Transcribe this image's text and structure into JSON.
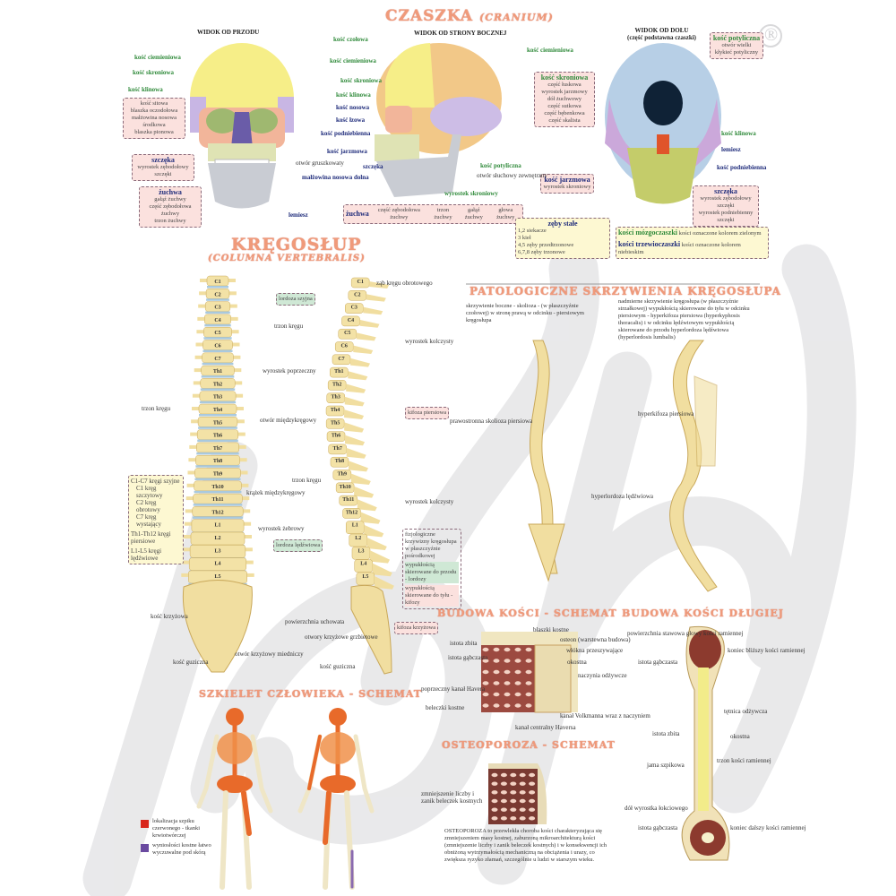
{
  "colors": {
    "title": "#f09a7a",
    "marrow": "#d8261c",
    "prominence": "#6a4aa0",
    "bone": "#f3e2a6",
    "disc": "#a9c9de"
  },
  "registered_mark": "®",
  "cranium": {
    "title": "CZASZKA",
    "title_latin": "(CRANIUM)",
    "front": {
      "heading": "WIDOK OD PRZODU",
      "labels": [
        "kość ciemieniowa",
        "kość skroniowa",
        "kość klinowa",
        "kość czołowa",
        "kość ciemieniowa",
        "kość skroniowa",
        "kość klinowa",
        "kość nosowa",
        "kość łzowa",
        "kość podniebienna",
        "kość jarzmowa",
        "otwór gruszkowaty",
        "małżowina nosowa dolna",
        "lemiesz"
      ],
      "ethmoid_box": [
        "kość sitowa",
        "blaszka oczodołowa",
        "małżowina nosowa środkowa",
        "blaszka pionowa"
      ],
      "maxilla_box": [
        "szczęka",
        "wyrostek zębodołowy szczęki"
      ],
      "mandible_box": [
        "żuchwa",
        "gałąź żuchwy",
        "część zębodołowa żuchwy",
        "trzon żuchwy"
      ]
    },
    "side": {
      "heading": "WIDOK OD STRONY BOCZNEJ",
      "labels": [
        "kość ciemieniowa",
        "kość potyliczna",
        "otwór słuchowy zewnętrzny",
        "szczęka",
        "wyrostek skroniowy"
      ],
      "temporal_box": [
        "kość skroniowa",
        "część łuskowa",
        "wyrostek jarzmowy",
        "dół żuchwowy",
        "część sutkowa",
        "część bębenkowa",
        "część skalista"
      ],
      "mandible_box": [
        "żuchwa",
        "część zębodołowa żuchwy",
        "trzon żuchwy",
        "gałąź żuchwy",
        "głowa żuchwy"
      ]
    },
    "bottom": {
      "heading": "WIDOK OD DOŁU",
      "subheading": "(część podstawna czaszki)",
      "labels": [
        "kość klinowa",
        "lemiesz",
        "kość podniebienna"
      ],
      "occipital_box": [
        "kość potyliczna",
        "otwór wielki",
        "kłykieć potyliczny"
      ],
      "zygomatic_box": [
        "kość jarzmowa",
        "wyrostek skroniowy"
      ],
      "maxilla_box": [
        "szczęka",
        "wyrostek zębodołowy szczęki",
        "wyrostek podniebienny szczęki"
      ]
    },
    "teeth": {
      "title": "zęby stałe",
      "items": [
        "1,2  siekacze",
        "3  kieł",
        "4,5  zęby przedtrzonowe",
        "6,7,8  zęby trzonowe"
      ]
    },
    "legend": {
      "neuro": "kości mózgoczaszki",
      "neuro_desc": "kości oznaczone kolorem zielonym",
      "viscero": "kości trzewioczaszki",
      "viscero_desc": "kości oznaczone kolorem niebieskim"
    }
  },
  "spine": {
    "title": "KRĘGOSŁUP",
    "title_latin": "(COLUMNA VERTEBRALIS)",
    "vertebrae": [
      "C1",
      "C2",
      "C3",
      "C4",
      "C5",
      "C6",
      "C7",
      "Th1",
      "Th2",
      "Th3",
      "Th4",
      "Th5",
      "Th6",
      "Th7",
      "Th8",
      "Th9",
      "Th10",
      "Th11",
      "Th12",
      "L1",
      "L2",
      "L3",
      "L4",
      "L5"
    ],
    "labels": [
      "trzon kręgu",
      "wyrostek poprzeczny",
      "krążek międzykręgowy",
      "wyrostek żebrowy",
      "kość krzyżowa",
      "kość guziczna",
      "otwór krzyżowy miedniczy",
      "ząb kręgu obrotowego",
      "trzon kręgu",
      "wyrostek kolczysty",
      "otwór międzykręgowy",
      "trzon kręgu",
      "wyrostek kolczysty",
      "powierzchnia uchowata",
      "otwory krzyżowe grzbietowe",
      "kość guziczna"
    ],
    "curves": {
      "cervical": "lordoza szyjna",
      "thoracic": "kifoza piersiowa",
      "lumbar": "lordoza lędźwiowa",
      "sacral": "kifoza krzyżowa"
    },
    "groups": [
      "C1-C7 kręgi szyjne",
      "C1 kręg szczytowy",
      "C2 kręg obrotowy",
      "C7 kręg wystający",
      "Th1-Th12 kręgi piersiowe",
      "L1-L5 kręgi lędźwiowe"
    ],
    "physio_box": [
      "fizjologiczne krzywizny kręgosłupa w płaszczyźnie pośrodkowej",
      "wypukłością skierowane do przodu - lordozy",
      "wypukłością skierowane do tyłu - kifozy"
    ]
  },
  "pathology": {
    "title": "PATOLOGICZNE SKRZYWIENIA KRĘGOSŁUPA",
    "left_text": "skrzywienie boczne - skolioza - (w płaszczyźnie czołowej) w stronę prawą w odcinku - piersiowym kręgosłupa",
    "right_text": "nadmierne skrzywienie kręgosłupa (w płaszczyźnie strzałkowej) wypukłością skierowane do tyłu w odcinku piersiowym - hyperkifoza piersiowa (hyperkyphosis thoracalis) i w odcinku lędźwiowym wypukłością skierowane do przodu hyperlordoza lędźwiowa (hyperlordosis lumbalis)",
    "labels": [
      "prawostronna skolioza piersiowa",
      "hyperkifoza piersiowa",
      "hyperlordoza lędźwiowa"
    ]
  },
  "skeleton": {
    "title": "SZKIELET CZŁOWIEKA - SCHEMAT",
    "legend": [
      "lokalizacja szpiku czerwonego - tkanki krwiotwórczej",
      "wyniosłości kostne łatwo wyczuwalne pod skórą"
    ]
  },
  "bone_structure": {
    "title": "BUDOWA KOŚCI - SCHEMAT",
    "labels": [
      "istota zbita",
      "istota gąbczasta",
      "poprzeczny kanał Havera",
      "beleczki kostne",
      "blaszki kostne",
      "osteon (warstewna budowa)",
      "włókna przeszywające",
      "okostna",
      "naczynia odżywcze",
      "kanał Volkmanna wraz z naczyniem",
      "kanał centralny Haversa"
    ]
  },
  "osteoporosis": {
    "title": "OSTEOPOROZA - SCHEMAT",
    "label": "zmniejszenie liczby i zanik beleczek kostnych",
    "text": "OSTEOPOROZA to przewlekła choroba kości charakteryzująca się zmniejszeniem masy kostnej, zaburzoną mikroarchitekturą kości (zmniejszenie liczby i zanik beleczek kostnych) i w konsekwencji ich obniżoną wytrzymałością mechaniczną na obciążenia i urazy, co zwiększa ryzyko złamań, szczególnie u ludzi w starszym wieku."
  },
  "long_bone": {
    "title": "BUDOWA KOŚCI DŁUGIEJ",
    "labels": [
      "powierzchnia stawowa głowy kości ramiennej",
      "istota gąbczasta",
      "istota zbita",
      "jama szpikowa",
      "dół wyrostka łokciowego",
      "istota gąbczasta",
      "koniec bliższy kości ramiennej",
      "tętnica odżywcza",
      "okostna",
      "trzon kości ramiennej",
      "koniec dalszy kości ramiennej"
    ]
  }
}
